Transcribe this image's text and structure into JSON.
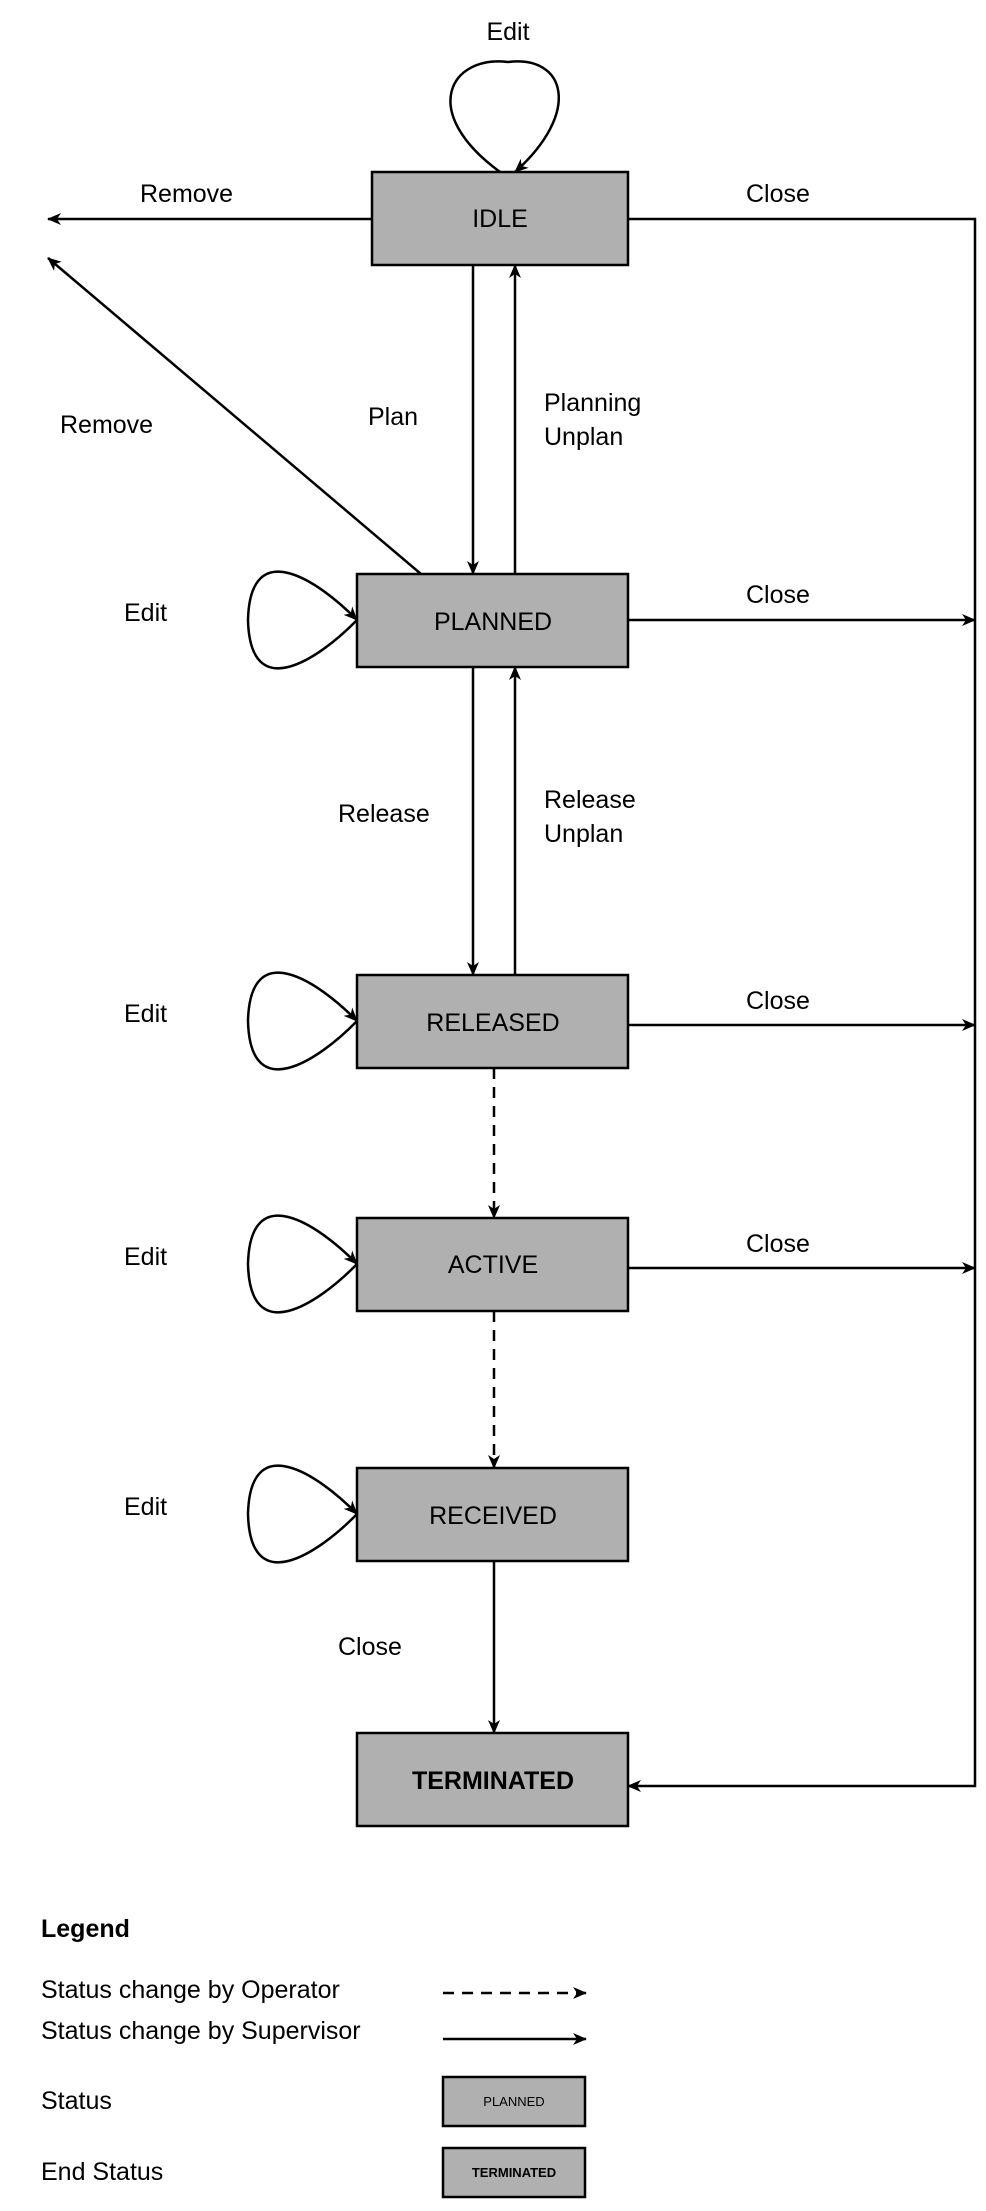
{
  "states": {
    "idle": "IDLE",
    "planned": "PLANNED",
    "released": "RELEASED",
    "active": "ACTIVE",
    "received": "RECEIVED",
    "terminated": "TERMINATED"
  },
  "transitions": {
    "edit": "Edit",
    "remove": "Remove",
    "close": "Close",
    "plan": "Plan",
    "planning_unplan_line1": "Planning",
    "planning_unplan_line2": "Unplan",
    "release": "Release",
    "release_unplan_line1": "Release",
    "release_unplan_line2": "Unplan"
  },
  "legend": {
    "title": "Legend",
    "operator": "Status change by Operator",
    "supervisor": "Status change by Supervisor",
    "status": "Status",
    "end_status": "End Status",
    "status_sample": "PLANNED",
    "end_status_sample": "TERMINATED"
  }
}
